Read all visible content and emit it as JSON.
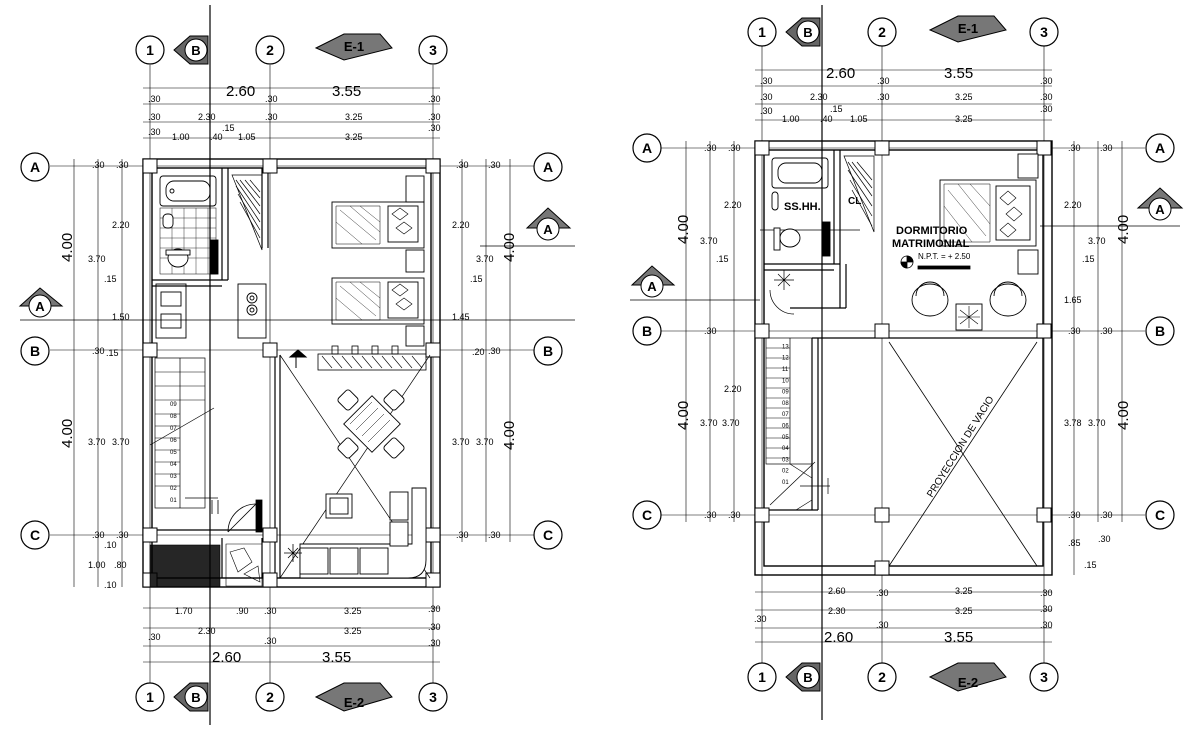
{
  "plan1": {
    "axis_marks": {
      "col1": "1",
      "col2": "2",
      "col3": "3",
      "rowA": "A",
      "rowB": "B",
      "rowC": "C"
    },
    "sections": {
      "b_top": "B",
      "b_bottom": "B",
      "e1": "E-1",
      "e2": "E-2",
      "a_left": "A",
      "a_right": "A"
    },
    "top_dims": {
      "total_a": "2.60",
      "total_b": "3.55",
      "s30a": ".30",
      "s30b": ".30",
      "s30c": ".30",
      "r2a": ".30",
      "r2b": "2.30",
      "r2c": ".30",
      "r2d": "3.25",
      "r2e": ".30",
      "r3a": ".30",
      "r3b": "1.00",
      "r3c": ".40",
      "r3d": ".15",
      "r3e": "1.05",
      "r3f": "3.25",
      "r3g": ".30"
    },
    "left_dims": {
      "top30": ".30",
      "top30b": ".30",
      "d220": "2.20",
      "d370a": "3.70",
      "d400a": "4.00",
      "d15": ".15",
      "d150": "1.50",
      "b30": ".30",
      "b15": ".15",
      "d370b": "3.70",
      "d370c": "3.70",
      "d400b": "4.00",
      "c30": ".30",
      "c30b": ".30",
      "d100": "1.00",
      "d80": ".80",
      "d10a": ".10",
      "d10b": ".10"
    },
    "right_dims": {
      "t30a": ".30",
      "t30b": ".30",
      "d220": "2.20",
      "d370a": "3.70",
      "d400a": "4.00",
      "d15": ".15",
      "d145": "1.45",
      "b20": ".20",
      "b30": ".30",
      "d370b": "3.70",
      "d370c": "3.70",
      "d400b": "4.00",
      "c30": ".30",
      "c30b": ".30"
    },
    "bottom_dims": {
      "b170": "1.70",
      "b90": ".90",
      "b30a": ".30",
      "b325a": "3.25",
      "b30b": ".30",
      "b230": "2.30",
      "b30c": ".30",
      "b325b": "3.25",
      "b30d": ".30",
      "total_a": "2.60",
      "total_b": "3.55",
      "b30e": ".30",
      "b30f": ".30"
    },
    "stair_steps": [
      "01",
      "02",
      "03",
      "04",
      "05",
      "06",
      "07",
      "08",
      "09"
    ]
  },
  "plan2": {
    "axis_marks": {
      "col1": "1",
      "col2": "2",
      "col3": "3",
      "rowA": "A",
      "rowB": "B",
      "rowC": "C"
    },
    "sections": {
      "b_top": "B",
      "b_bottom": "B",
      "e1": "E-1",
      "e2": "E-2",
      "a_left": "A",
      "a_right": "A"
    },
    "top_dims": {
      "total_a": "2.60",
      "total_b": "3.55",
      "s30a": ".30",
      "s30b": ".30",
      "s30c": ".30",
      "r2a": ".30",
      "r2b": "2.30",
      "r2c": ".30",
      "r2d": "3.25",
      "r2e": ".30",
      "r3a": ".30",
      "r3b": "1.00",
      "r3c": ".40",
      "r3d": ".15",
      "r3e": "1.05",
      "r3f": "3.25",
      "r3g": ".30"
    },
    "left_dims": {
      "top30": ".30",
      "top30b": ".30",
      "d220": "2.20",
      "d370a": "3.70",
      "d400a": "4.00",
      "d15": ".15",
      "b30": ".30",
      "d220b": "2.20",
      "d370b": "3.70",
      "d370c": "3.70",
      "d400b": "4.00",
      "c30": ".30",
      "c30b": ".30"
    },
    "right_dims": {
      "t30a": ".30",
      "t30b": ".30",
      "d220": "2.20",
      "d370a": "3.70",
      "d400a": "4.00",
      "d15": ".15",
      "d165": "1.65",
      "b30a": ".30",
      "b30b": ".30",
      "d378": "3.78",
      "d370b": "3.70",
      "d400b": "4.00",
      "c30a": ".30",
      "c30b": ".30",
      "d85": ".85",
      "d30": ".30",
      "d15b": ".15"
    },
    "bottom_dims": {
      "b260": "2.60",
      "b30a": ".30",
      "b325a": "3.25",
      "b230": "2.30",
      "b30b": ".30",
      "b325b": "3.25",
      "b30c": ".30",
      "b30d": ".30",
      "b30e": ".30",
      "b30f": ".30",
      "total_a": "2.60",
      "total_b": "3.55"
    },
    "labels": {
      "sshh": "SS.HH.",
      "cl": "CL",
      "room_line1": "DORMITORIO",
      "room_line2": "MATRIMONIAL",
      "npt": "N.P.T. = + 2.50",
      "void": "PROYECCION DE VACIO"
    },
    "stair_steps": [
      "01",
      "02",
      "03",
      "04",
      "05",
      "06",
      "07",
      "08",
      "09",
      "10",
      "11",
      "12",
      "13"
    ]
  }
}
